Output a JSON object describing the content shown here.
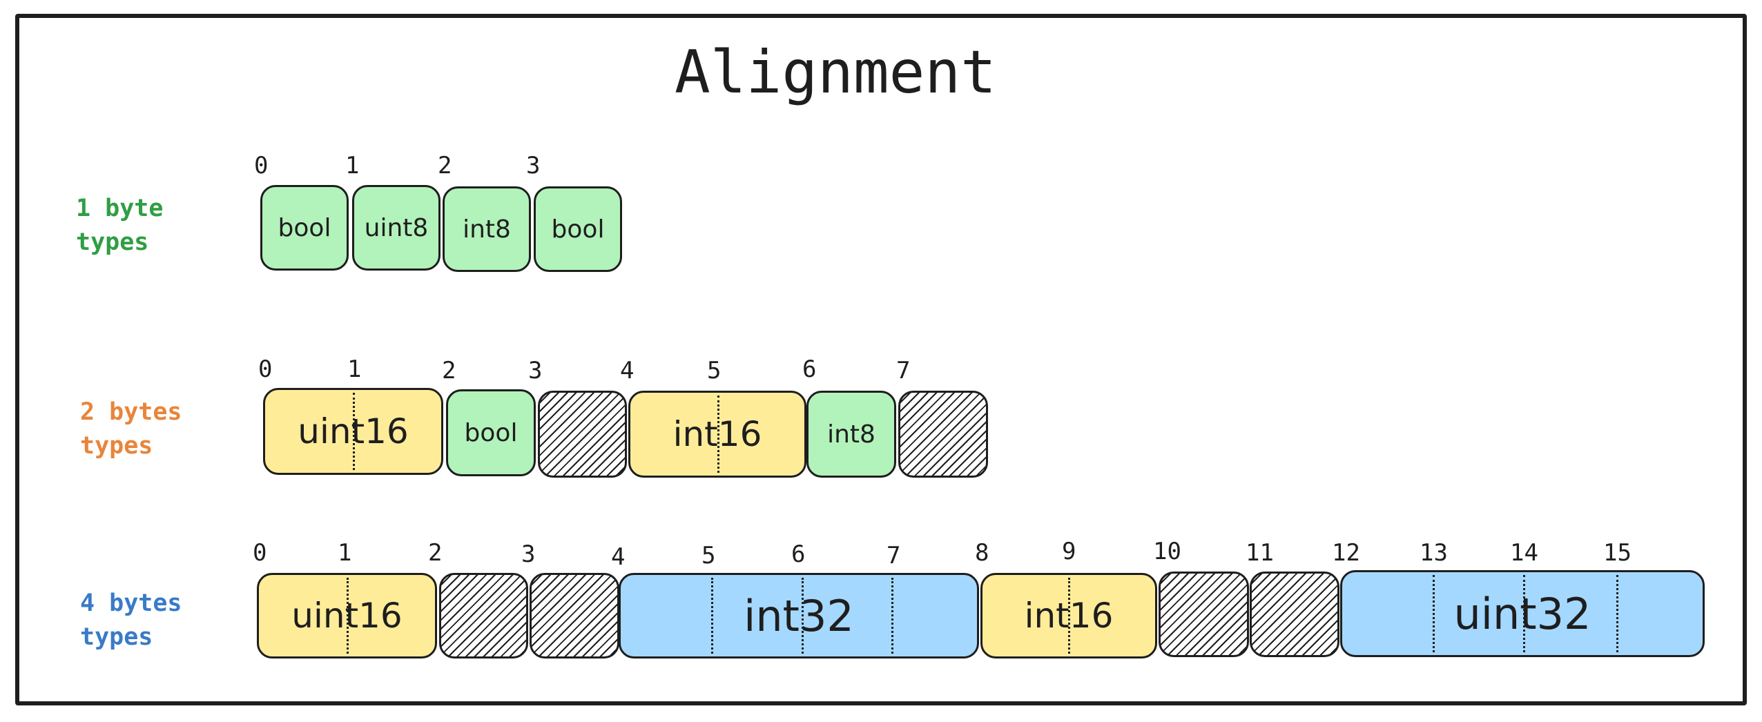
{
  "title": "Alignment",
  "rows": [
    {
      "label_line1": "1 byte",
      "label_line2": "types",
      "color": "#2f9e44",
      "ticks": [
        "0",
        "1",
        "2",
        "3"
      ],
      "cells": [
        {
          "text": "bool",
          "fill": "green"
        },
        {
          "text": "uint8",
          "fill": "green"
        },
        {
          "text": "int8",
          "fill": "green"
        },
        {
          "text": "bool",
          "fill": "green"
        }
      ]
    },
    {
      "label_line1": "2 bytes",
      "label_line2": "types",
      "color": "#e8853a",
      "ticks": [
        "0",
        "1",
        "2",
        "3",
        "4",
        "5",
        "6",
        "7"
      ],
      "cells": [
        {
          "text": "uint16",
          "fill": "yellow"
        },
        {
          "text": "bool",
          "fill": "green"
        },
        {
          "text": "",
          "fill": "padding"
        },
        {
          "text": "int16",
          "fill": "yellow"
        },
        {
          "text": "int8",
          "fill": "green"
        },
        {
          "text": "",
          "fill": "padding"
        }
      ]
    },
    {
      "label_line1": "4 bytes",
      "label_line2": "types",
      "color": "#3a7bc8",
      "ticks": [
        "0",
        "1",
        "2",
        "3",
        "4",
        "5",
        "6",
        "7",
        "8",
        "9",
        "10",
        "11",
        "12",
        "13",
        "14",
        "15"
      ],
      "cells": [
        {
          "text": "uint16",
          "fill": "yellow"
        },
        {
          "text": "",
          "fill": "padding"
        },
        {
          "text": "",
          "fill": "padding"
        },
        {
          "text": "int32",
          "fill": "blue"
        },
        {
          "text": "int16",
          "fill": "yellow"
        },
        {
          "text": "",
          "fill": "padding"
        },
        {
          "text": "",
          "fill": "padding"
        },
        {
          "text": "uint32",
          "fill": "blue"
        }
      ]
    }
  ]
}
